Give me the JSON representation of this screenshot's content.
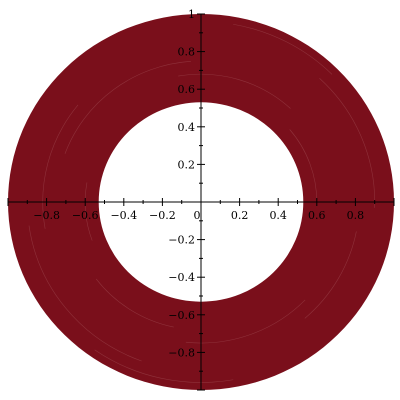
{
  "chart_data": {
    "type": "area",
    "title": "",
    "xlabel": "",
    "ylabel": "",
    "xlim": [
      -1,
      1
    ],
    "ylim": [
      -1,
      1
    ],
    "grid": false,
    "series": [
      {
        "shape": "annulus",
        "center": [
          0,
          0
        ],
        "inner_radius": 0.53,
        "outer_radius": 1.0,
        "color": "#7a0f1b",
        "streak_color": "#a85a60"
      }
    ],
    "x_ticks": {
      "values": [
        -0.8,
        -0.6,
        -0.4,
        -0.2,
        0.2,
        0.4,
        0.6,
        0.8
      ],
      "labels": [
        "−0.8",
        "−0.6",
        "−0.4",
        "−0.2",
        "0.2",
        "0.4",
        "0.6",
        "0.8"
      ]
    },
    "y_ticks": {
      "values": [
        1,
        0.8,
        0.6,
        0.4,
        0.2,
        -0.2,
        -0.4,
        -0.6,
        -0.8
      ],
      "labels": [
        "1",
        "0.8",
        "0.6",
        "0.4",
        "0.2",
        "−0.2",
        "−0.4",
        "−0.6",
        "−0.8"
      ]
    },
    "origin_label": "0"
  }
}
